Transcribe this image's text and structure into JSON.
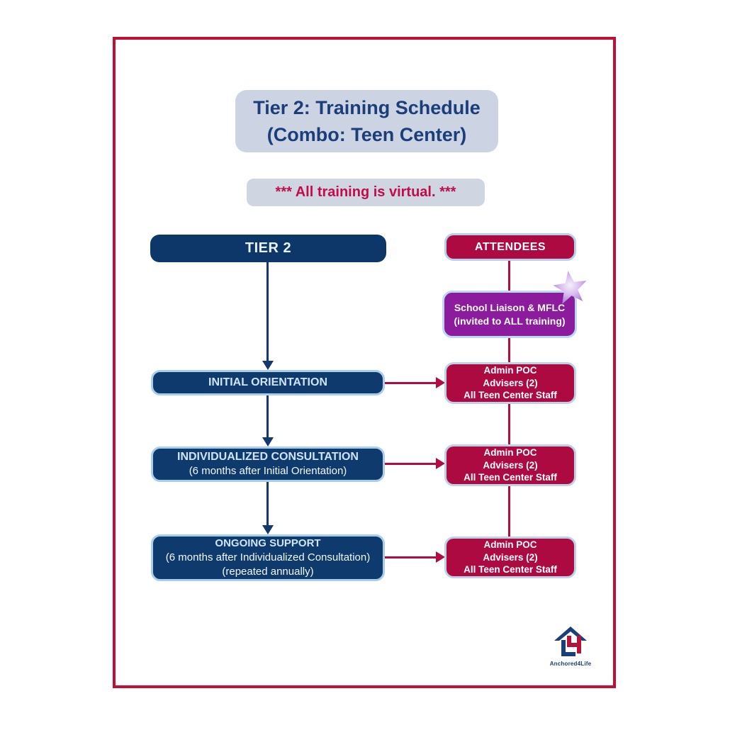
{
  "title": {
    "line1": "Tier 2: Training Schedule",
    "line2": "(Combo: Teen Center)"
  },
  "notice": {
    "text": "*** All training is virtual. ***"
  },
  "columns": {
    "left_header": "TIER 2",
    "right_header": "ATTENDEES"
  },
  "special_attendee": {
    "line1": "School Liaison & MFLC",
    "line2": "(invited to ALL training)"
  },
  "steps": [
    {
      "title": "INITIAL ORIENTATION",
      "subtitle1": "",
      "subtitle2": ""
    },
    {
      "title": "INDIVIDUALIZED CONSULTATION",
      "subtitle1": "(6 months after Initial Orientation)",
      "subtitle2": ""
    },
    {
      "title": "ONGOING SUPPORT",
      "subtitle1": "(6 months after Individualized Consultation)",
      "subtitle2": "(repeated annually)"
    }
  ],
  "attendee_boxes": [
    {
      "line1": "Admin POC",
      "line2": "Advisers (2)",
      "line3": "All Teen Center Staff"
    },
    {
      "line1": "Admin POC",
      "line2": "Advisers (2)",
      "line3": "All Teen Center Staff"
    },
    {
      "line1": "Admin POC",
      "line2": "Advisers (2)",
      "line3": "All Teen Center Staff"
    }
  ],
  "logo": {
    "caption": "Anchored4Life"
  },
  "colors": {
    "page_border": "#c20d35",
    "navy": "#0f3a6e",
    "crimson": "#ae0a42",
    "purple": "#8c1b9d",
    "light_blue_border": "#aacdea",
    "title_bg": "#ccd4e4",
    "title_text": "#1b3d7a",
    "notice_text": "#c00d4a",
    "navy_connector": "#14386c",
    "crimson_connector": "#b30c45"
  }
}
